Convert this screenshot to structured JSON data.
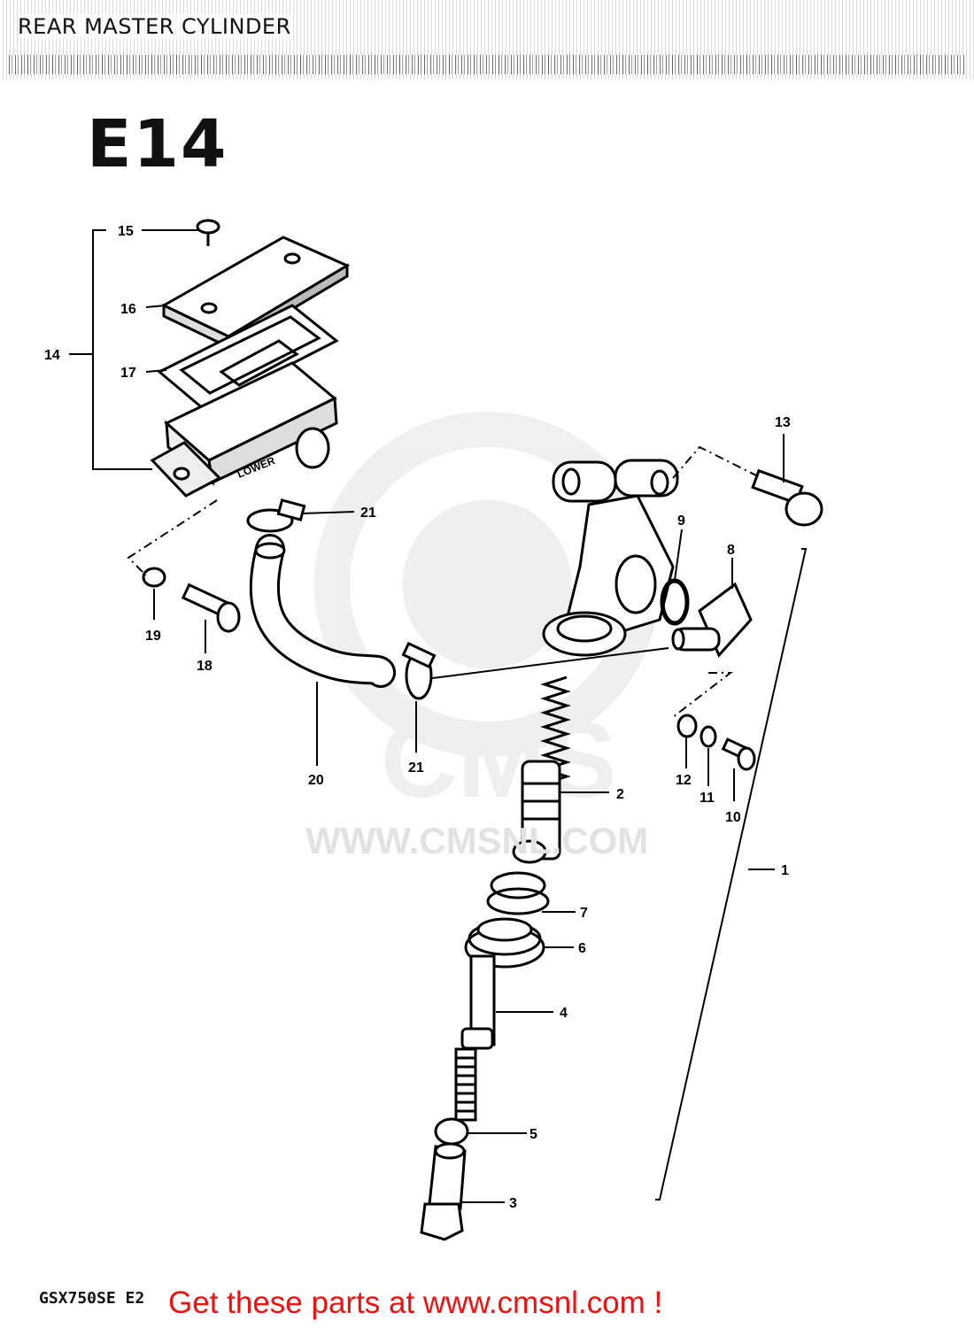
{
  "header": {
    "title": "REAR MASTER CYLINDER"
  },
  "diagram": {
    "section_code": "E14",
    "embossed_text": "LOWER",
    "callouts": [
      {
        "id": "1",
        "part": "master cylinder assembly"
      },
      {
        "id": "2",
        "part": "piston spring"
      },
      {
        "id": "3",
        "part": "push rod end"
      },
      {
        "id": "4",
        "part": "push rod"
      },
      {
        "id": "5",
        "part": "lock nut"
      },
      {
        "id": "6",
        "part": "boot"
      },
      {
        "id": "7",
        "part": "circlip"
      },
      {
        "id": "8",
        "part": "union connector"
      },
      {
        "id": "9",
        "part": "o-ring"
      },
      {
        "id": "10",
        "part": "screw"
      },
      {
        "id": "11",
        "part": "washer"
      },
      {
        "id": "12",
        "part": "washer"
      },
      {
        "id": "13",
        "part": "bolt"
      },
      {
        "id": "14",
        "part": "reservoir tank assembly"
      },
      {
        "id": "15",
        "part": "screw"
      },
      {
        "id": "16",
        "part": "reservoir cap"
      },
      {
        "id": "17",
        "part": "diaphragm"
      },
      {
        "id": "18",
        "part": "bolt"
      },
      {
        "id": "19",
        "part": "washer"
      },
      {
        "id": "20",
        "part": "reservoir hose"
      },
      {
        "id": "21",
        "part": "hose clamp"
      }
    ]
  },
  "watermark": {
    "site_text": "WWW.CMSNL.COM",
    "logo_text": "CMS"
  },
  "footer": {
    "model_code": "GSX750SE E2",
    "promo_text": "Get these parts at www.cmsnl.com !",
    "promo_color": "#ee1111"
  }
}
